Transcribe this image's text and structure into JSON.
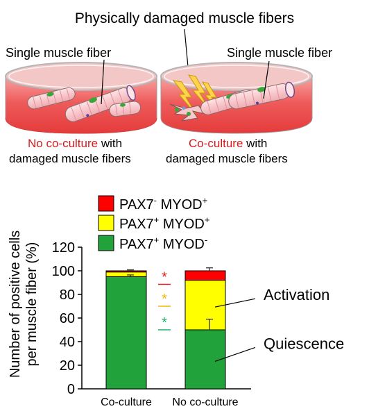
{
  "illustration": {
    "top_title": "Physically damaged muscle fibers",
    "left_label": "Single muscle fiber",
    "right_label": "Single muscle fiber",
    "left_caption": {
      "highlight": "No co-culture",
      "rest_line1": " with",
      "line2": "damaged muscle fibers"
    },
    "right_caption": {
      "highlight": "Co-culture",
      "rest_line1": " with",
      "line2": "damaged muscle fibers"
    },
    "colors": {
      "dish_medium": "#ef5b5b",
      "fiber_pink": "#f7c7cb",
      "nucleus_green": "#3aa63a",
      "lightning_yellow": "#ffd34d",
      "caption_red": "#d7191c"
    }
  },
  "chart_data": {
    "type": "bar",
    "stacked": true,
    "categories": [
      "Co-culture",
      "No co-culture"
    ],
    "series": [
      {
        "name_pre": "PAX7",
        "name_sup1": "+",
        "name_mid": " MYOD",
        "name_sup2": "-",
        "values": [
          95,
          50
        ],
        "color": "#22a23a"
      },
      {
        "name_pre": "PAX7",
        "name_sup1": "+",
        "name_mid": " MYOD",
        "name_sup2": "+",
        "values": [
          4,
          42
        ],
        "color": "#ffff00"
      },
      {
        "name_pre": "PAX7",
        "name_sup1": "-",
        "name_mid": " MYOD",
        "name_sup2": "+",
        "values": [
          1,
          8
        ],
        "color": "#ff0000"
      }
    ],
    "error_tops": [
      {
        "series": 0,
        "values": [
          95,
          50
        ],
        "err": [
          1.5,
          9
        ]
      },
      {
        "series": 2,
        "values": [
          100,
          100
        ],
        "err": [
          0.8,
          2.5
        ]
      }
    ],
    "ylabel_line1": "Number of positive cells",
    "ylabel_line2": "per muscle fiber (%)",
    "ylim": [
      0,
      120
    ],
    "yticks": [
      "0",
      "20",
      "40",
      "60",
      "80",
      "100",
      "120"
    ],
    "grid": false,
    "legend_position": "top",
    "significance": [
      {
        "symbol": "*",
        "color": "#e02020",
        "value": 88.5
      },
      {
        "symbol": "*",
        "color": "#f2b800",
        "value": 70
      },
      {
        "symbol": "*",
        "color": "#1db36b",
        "value": 50
      }
    ],
    "annotations": [
      {
        "text": "Activation",
        "value": 74
      },
      {
        "text": "Quiescence",
        "value": 28
      }
    ]
  }
}
